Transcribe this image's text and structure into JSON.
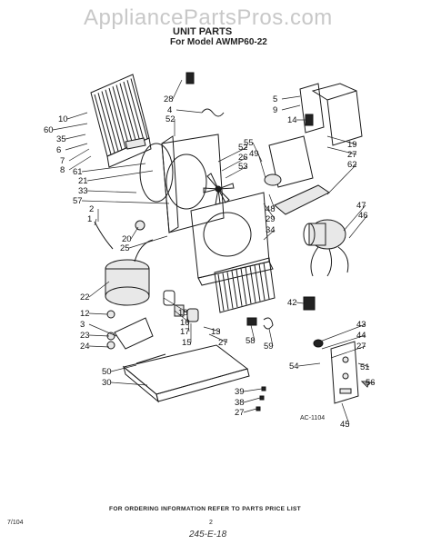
{
  "watermark": "AppliancePartsPros.com",
  "header": {
    "title": "UNIT PARTS",
    "model": "For Model AWMP60-22"
  },
  "diagram_code": "AC-1104",
  "footer": {
    "ordering_info": "FOR ORDERING INFORMATION REFER TO PARTS PRICE LIST",
    "left_code": "7/104",
    "page_number": "2",
    "handwritten": "245-E-18"
  },
  "callouts": [
    "28",
    "4",
    "52",
    "5",
    "9",
    "14",
    "10",
    "60",
    "35",
    "6",
    "7",
    "8",
    "61",
    "21",
    "33",
    "57",
    "52",
    "26",
    "53",
    "55",
    "49",
    "19",
    "27",
    "62",
    "2",
    "1",
    "20",
    "25",
    "48",
    "29",
    "34",
    "47",
    "46",
    "12",
    "22",
    "3",
    "23",
    "24",
    "18",
    "16",
    "17",
    "15",
    "13",
    "27",
    "58",
    "59",
    "42",
    "43",
    "44",
    "27",
    "54",
    "51",
    "56",
    "45",
    "50",
    "30",
    "39",
    "38",
    "27"
  ]
}
